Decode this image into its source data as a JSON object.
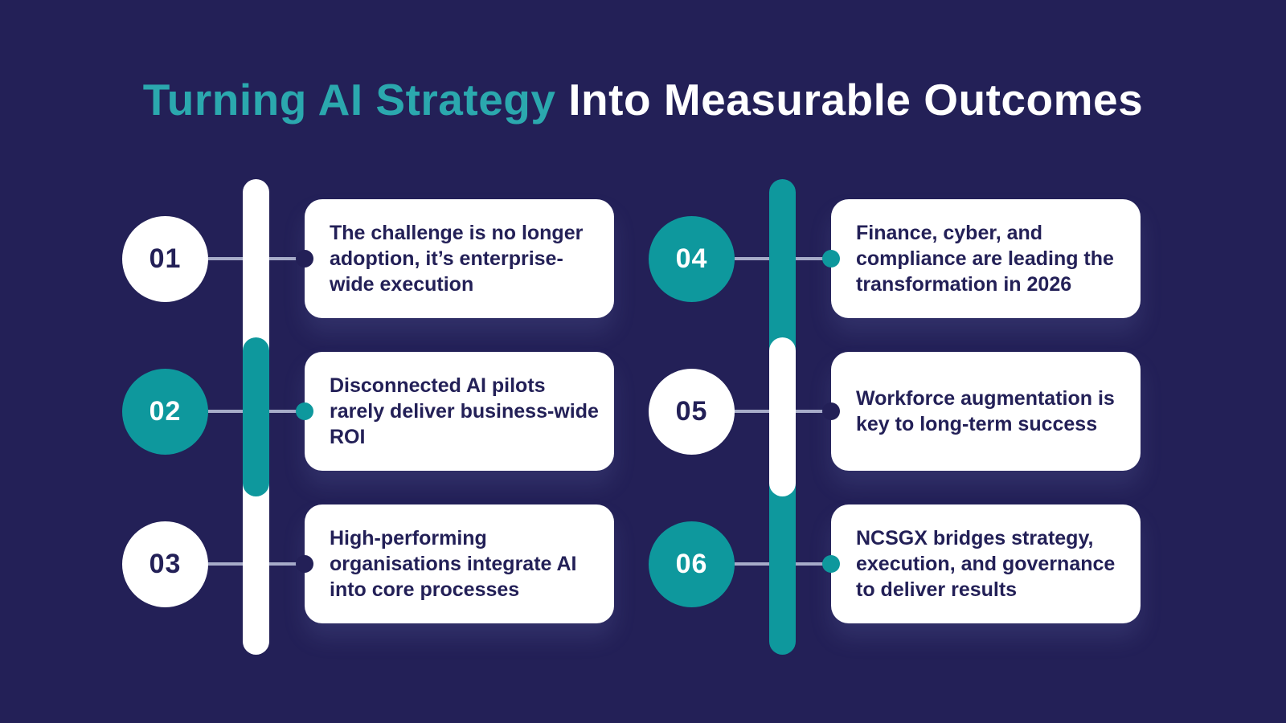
{
  "title": {
    "highlight": "Turning AI Strategy",
    "rest": " Into Measurable Outcomes"
  },
  "colors": {
    "background": "#232057",
    "teal_accent": "#0E989D",
    "title_teal": "#2BA8AE",
    "card_background": "#FFFFFF",
    "dark_text": "#232057",
    "connector_line": "#A7ACC9"
  },
  "items": [
    {
      "number": "01",
      "variant": "light",
      "text": "The challenge is no longer adoption, it’s enterprise-wide execution"
    },
    {
      "number": "02",
      "variant": "teal",
      "text": "Disconnected AI pilots rarely deliver business-wide ROI"
    },
    {
      "number": "03",
      "variant": "light",
      "text": "High-performing organisations integrate AI into core processes"
    },
    {
      "number": "04",
      "variant": "teal",
      "text": "Finance, cyber, and compliance are leading the transformation in 2026"
    },
    {
      "number": "05",
      "variant": "light",
      "text": "Workforce augmentation is key to long-term success"
    },
    {
      "number": "06",
      "variant": "teal",
      "text": "NCSGX bridges strategy, execution, and governance to deliver results"
    }
  ]
}
